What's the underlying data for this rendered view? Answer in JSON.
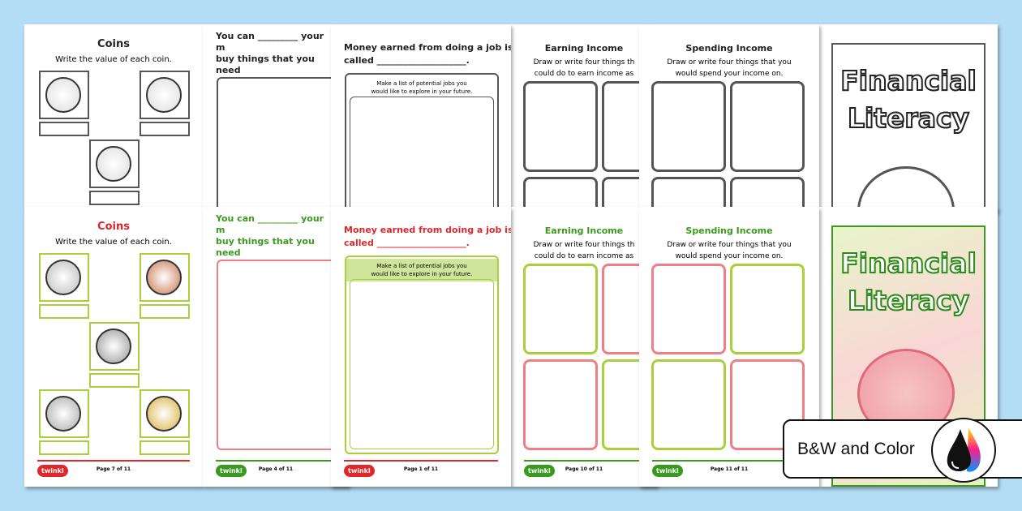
{
  "colors": {
    "background": "#b3dcf5",
    "red": "#e0262b",
    "green": "#3a9a1e",
    "lime": "#a9cf3b",
    "pink": "#f07f85",
    "gray": "#555555"
  },
  "sheets": [
    {
      "kind": "coins",
      "title": "Coins",
      "subtitle": "Write the value of each coin.",
      "page": "Page 7 of 11",
      "accent": "red"
    },
    {
      "kind": "youcan",
      "title": "You can _________ your m\nbuy things that you need",
      "page": "Page 4 of 11",
      "accent": "green"
    },
    {
      "kind": "money",
      "title": "Money earned from doing a job is\ncalled ____________________.",
      "box_header": "Make a list of potential jobs you\nwould like to explore in your future.",
      "page": "Page 1 of 11",
      "accent": "red"
    },
    {
      "kind": "four",
      "title": "Earning Income",
      "subtitle": "Draw or write four things th\ncould do to earn income as",
      "page": "Page 10 of 11",
      "accent": "green"
    },
    {
      "kind": "four",
      "title": "Spending Income",
      "subtitle": "Draw or write four things that you\nwould spend your income on.",
      "page": "Page 11 of 11",
      "accent": "green"
    },
    {
      "kind": "cover",
      "title": "Financial\nLiteracy",
      "page": "",
      "accent": "green"
    }
  ],
  "footer": {
    "logo": "twinkl"
  },
  "badge": {
    "label": "B&W and Color",
    "icon": "ink-drops-icon"
  }
}
